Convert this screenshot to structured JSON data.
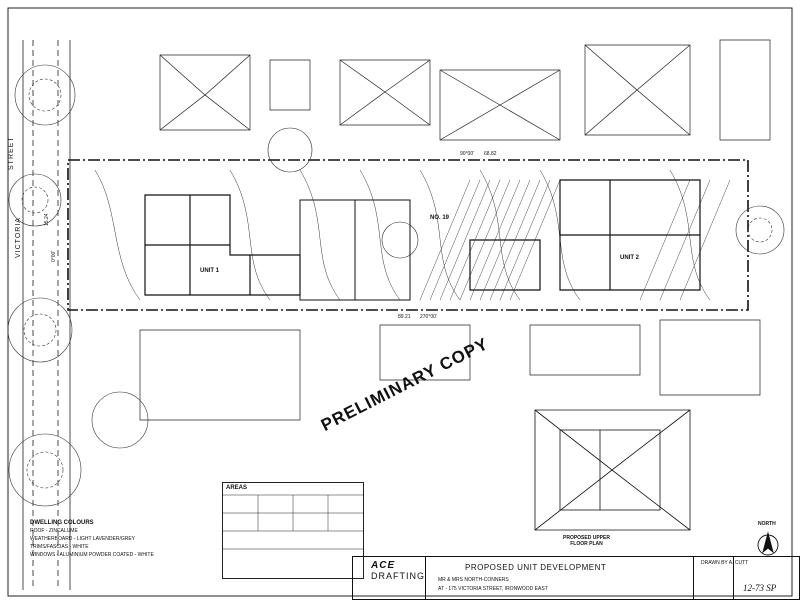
{
  "street": {
    "left_label": "STREET",
    "name_label": "VICTORIA"
  },
  "units": {
    "unit1": "UNIT 1",
    "unit2": "UNIT 2",
    "no19": "NO. 19"
  },
  "dimensions": {
    "d1": "90°00'",
    "d2": "68.82",
    "d3": "89.21",
    "d4": "270°00'",
    "d5": "15.24",
    "d6": "0°00'"
  },
  "stamp": "PRELIMINARY COPY",
  "areas_title": "AREAS",
  "colours": {
    "title": "DWELLING COLOURS",
    "rows": [
      "ROOF - ZINCALUME",
      "WEATHERBOARD - LIGHT LAVENDER/GREY",
      "TRIMS/FASCIAS - WHITE",
      "WINDOWS - ALUMINIUM POWDER COATED - WHITE"
    ]
  },
  "upper_plan": {
    "line1": "PROPOSED UPPER",
    "line2": "FLOOR PLAN"
  },
  "north": "NORTH",
  "title_block": {
    "company_line1": "ACE",
    "company_line2": "DRAFTING",
    "project": "PROPOSED UNIT DEVELOPMENT",
    "client": "MR & MRS NORTH-CONNERS",
    "address": "AT - 175 VICTORIA STREET, IRONWOOD EAST",
    "drawn_by": "DRAWN BY A. CUTT",
    "job_no": "12-73 SP"
  }
}
